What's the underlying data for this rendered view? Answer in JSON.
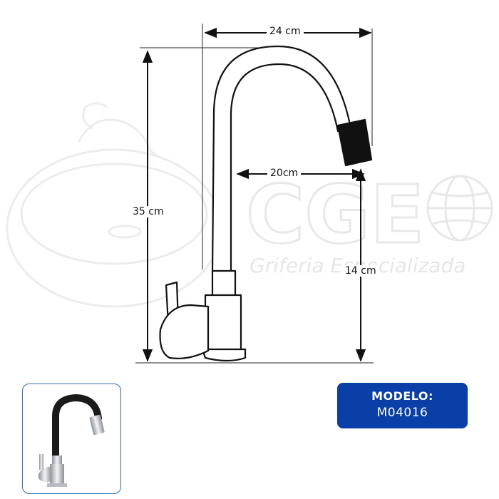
{
  "watermark": {
    "brand": "CGE",
    "tagline": "Griferia Especializada"
  },
  "dimensions": {
    "width_total": "24 cm",
    "spout_reach": "20cm",
    "height_total": "35 cm",
    "spout_height": "14 cm"
  },
  "model": {
    "title": "MODELO:",
    "code": "M04016"
  },
  "colors": {
    "model_card": "#0a3fa8",
    "thumb_border": "#2f6dbd",
    "hose": "#1a1a1a",
    "chrome": "#c9ccd1"
  }
}
